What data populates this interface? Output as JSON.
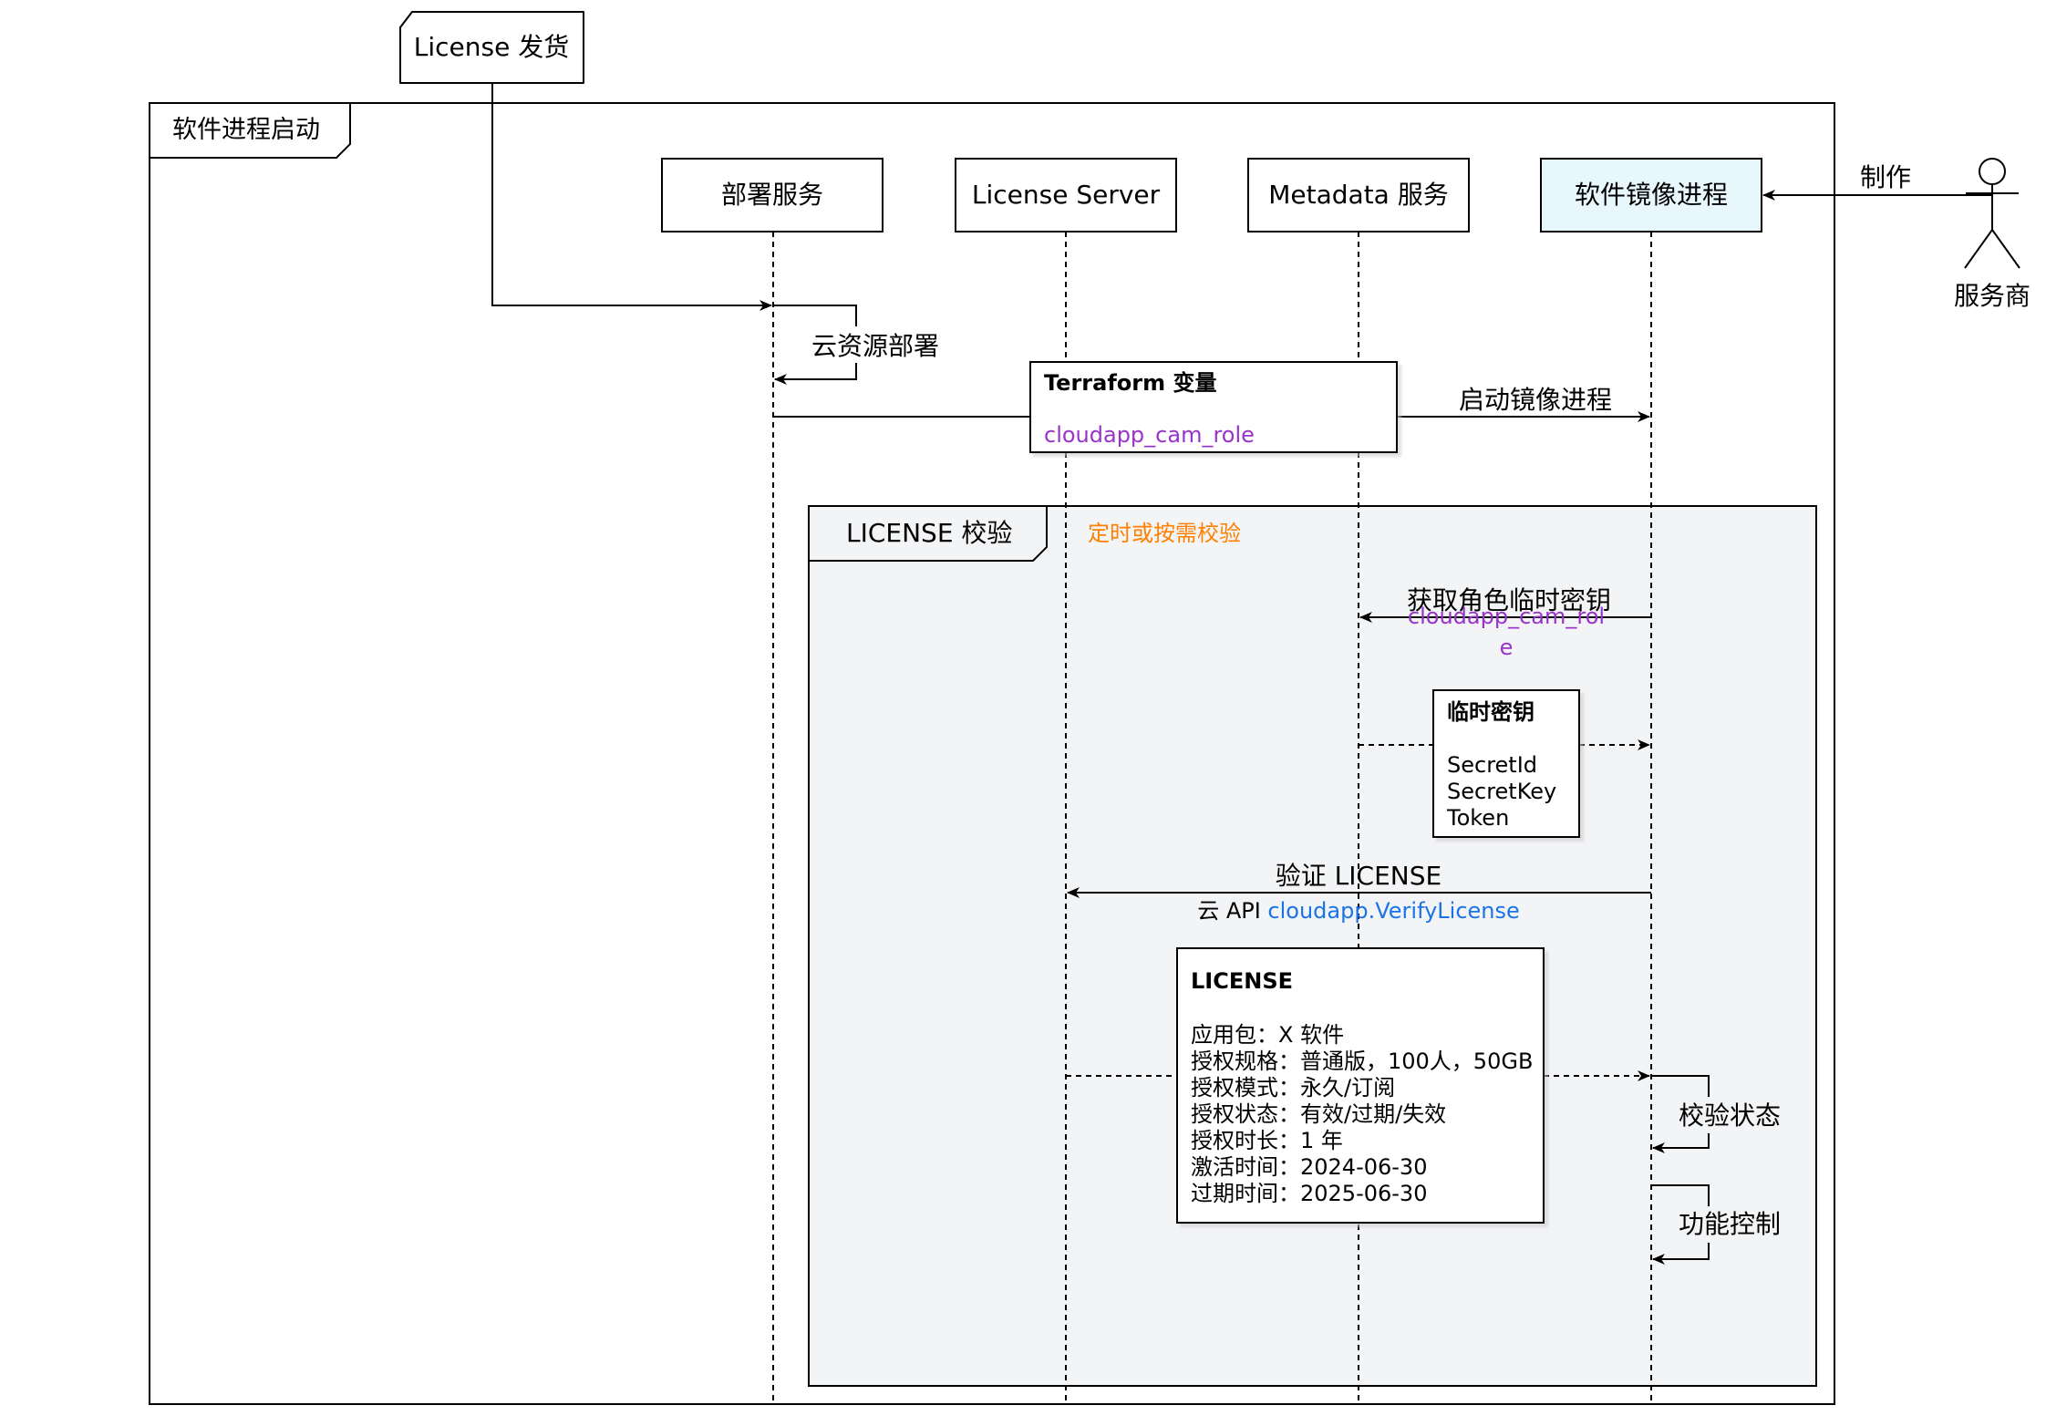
{
  "outer_frame": {
    "label": "软件进程启动"
  },
  "license_delivery": {
    "label": "License 发货"
  },
  "participants": [
    {
      "label": "部署服务"
    },
    {
      "label": "License Server"
    },
    {
      "label": "Metadata 服务"
    },
    {
      "label": "软件镜像进程"
    }
  ],
  "actor": {
    "label": "服务商",
    "arrow_label": "制作"
  },
  "messages": {
    "cloud_deploy": "云资源部署",
    "start_image": "启动镜像进程",
    "get_temp_key": "获取角色临时密钥",
    "get_temp_key_sub_1": "cloudapp_cam_rol",
    "get_temp_key_sub_2": "e",
    "verify_license": "验证 LICENSE",
    "verify_api_prefix": "云 API ",
    "verify_api_name": "cloudapp.VerifyLicense",
    "check_status": "校验状态",
    "feature_control": "功能控制"
  },
  "terraform_note": {
    "title": "Terraform 变量",
    "value": "cloudapp_cam_role"
  },
  "license_frame": {
    "label": "LICENSE 校验",
    "condition": "定时或按需校验"
  },
  "temp_key_note": {
    "title": "临时密钥",
    "lines": [
      "SecretId",
      "SecretKey",
      "Token"
    ]
  },
  "license_note": {
    "title": "LICENSE",
    "lines": [
      "应用包：X 软件",
      "授权规格：普通版，100人，50GB",
      "授权模式：永久/订阅",
      "授权状态：有效/过期/失效",
      "授权时长：1 年",
      "激活时间：2024-06-30",
      "过期时间：2025-06-30"
    ]
  },
  "colors": {
    "purple": "#9933cc",
    "orange": "#ff8000",
    "blue": "#1a73e8",
    "highlight_fill": "#e8f7fc",
    "frame_fill": "#f3f4f6"
  }
}
